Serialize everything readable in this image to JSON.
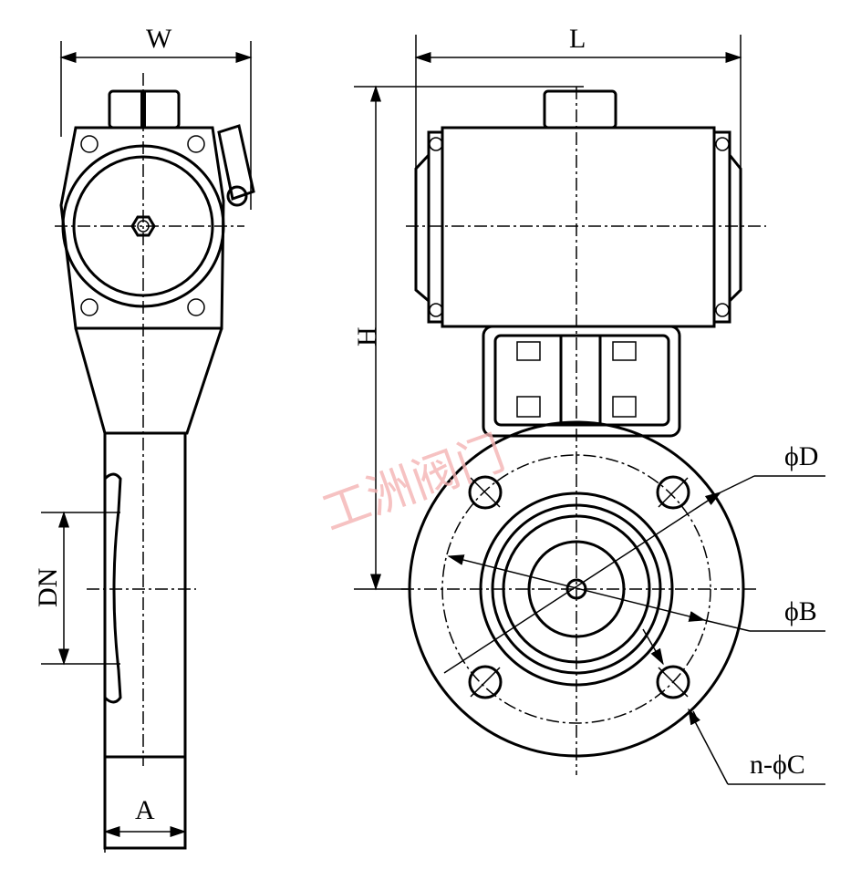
{
  "labels": {
    "W": "W",
    "L": "L",
    "H": "H",
    "DN": "DN",
    "A": "A",
    "phiD": "ϕD",
    "phiB": "ϕB",
    "nphiC": "n-ϕC"
  },
  "watermark": "工洲阀门",
  "colors": {
    "line": "#000000",
    "watermark": "#f4b3b3"
  }
}
